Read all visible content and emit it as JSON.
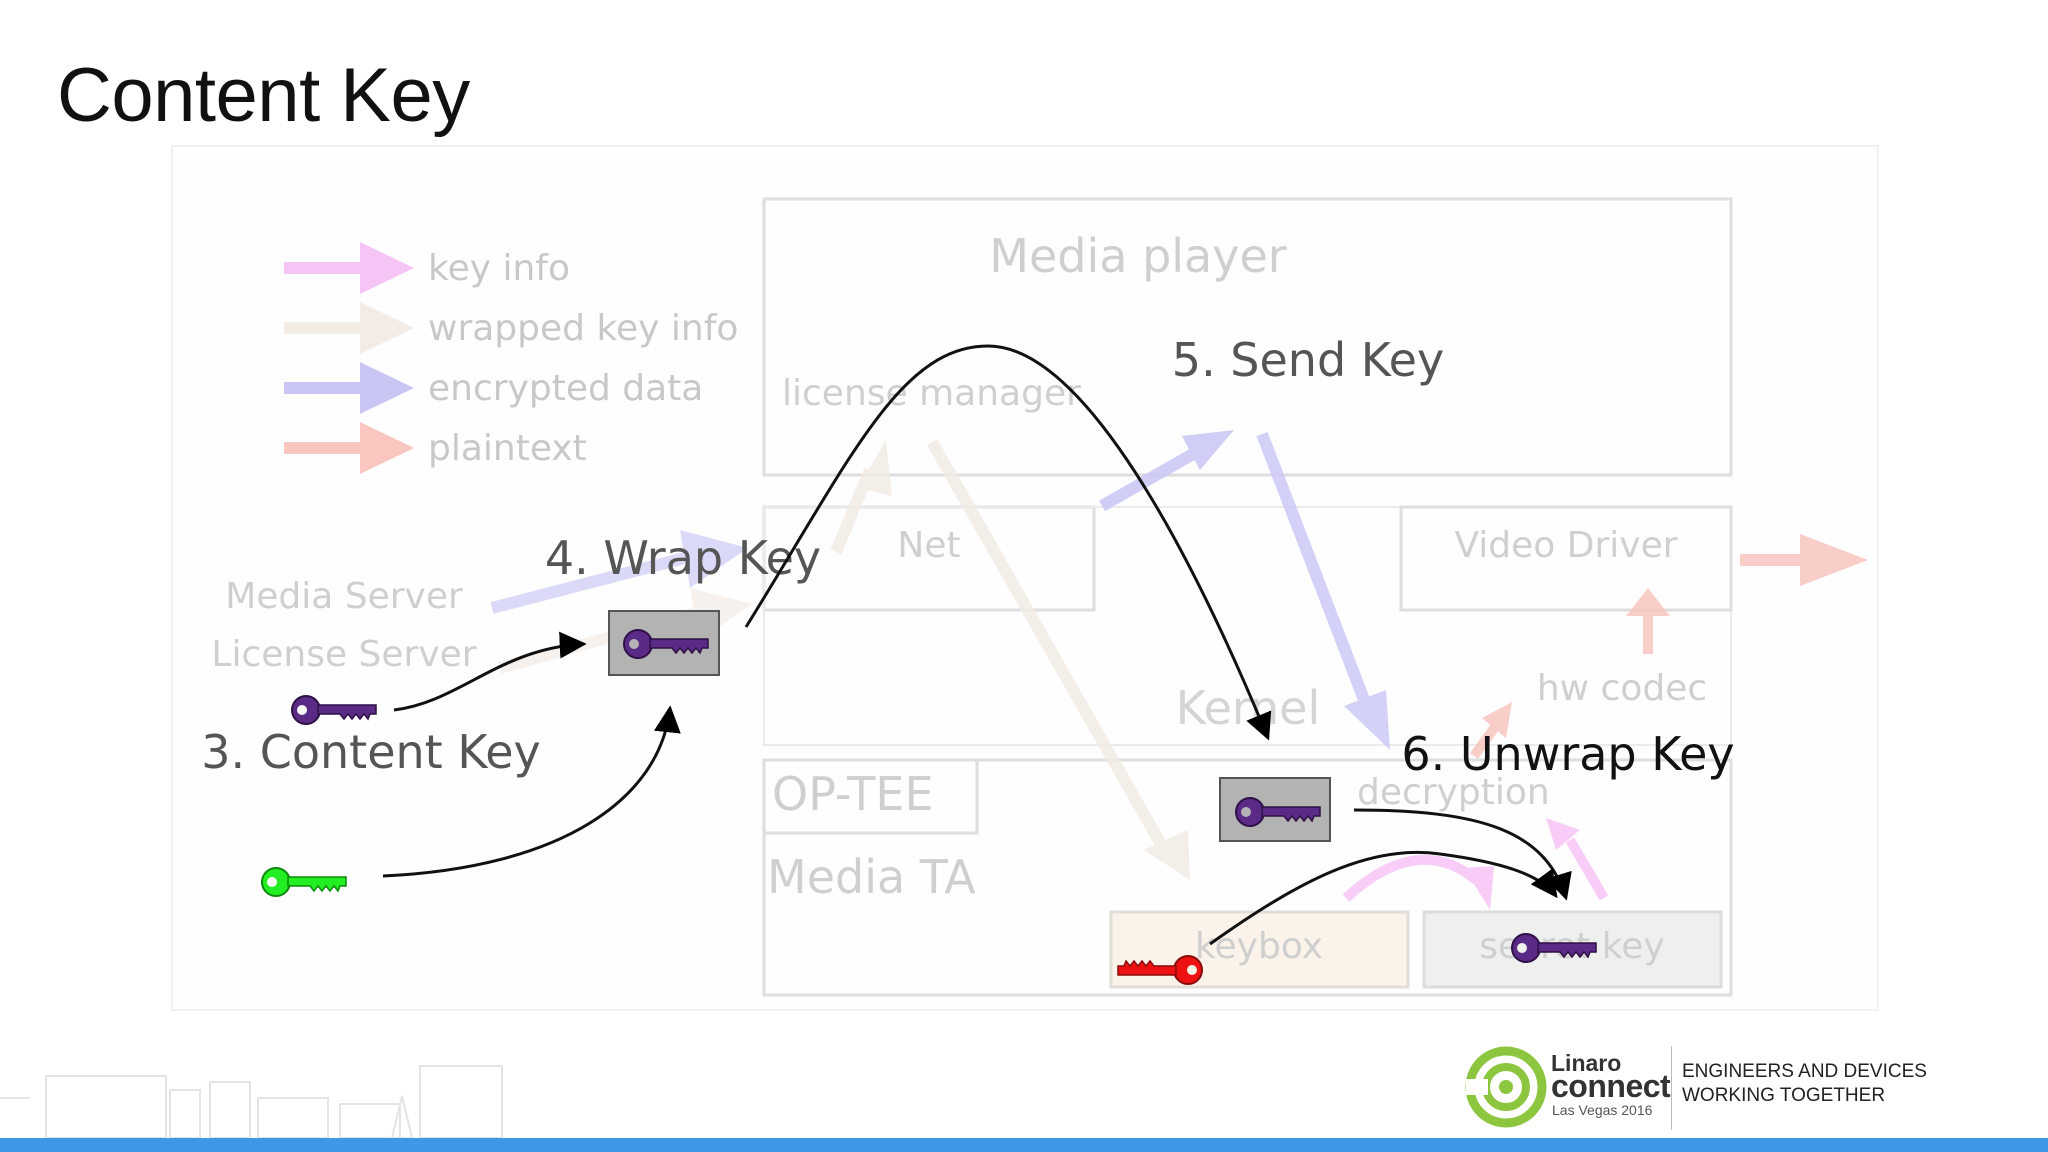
{
  "slide": {
    "title": "Content Key"
  },
  "legend": [
    {
      "label": "key info",
      "color": "#f7c4f6"
    },
    {
      "label": "wrapped key info",
      "color": "#f3ece5"
    },
    {
      "label": "encrypted data",
      "color": "#c9c6f6"
    },
    {
      "label": "plaintext",
      "color": "#f9c6c0"
    }
  ],
  "boxes": {
    "media_player": "Media player",
    "license_manager": "license manager",
    "net": "Net",
    "video_driver": "Video Driver",
    "kernel": "Kernel",
    "hw_codec": "hw codec",
    "optee": "OP-TEE",
    "media_ta": "Media TA",
    "decryption": "decryption",
    "keybox": "keybox",
    "secret_key": "secret key"
  },
  "servers": {
    "media_server": "Media Server",
    "license_server": "License Server"
  },
  "steps": {
    "content_key": "3. Content Key",
    "wrap_key": "4. Wrap Key",
    "send_key": "5. Send Key",
    "unwrap_key": "6. Unwrap Key"
  },
  "keys": {
    "purple": "purple-key-icon",
    "green": "green-key-icon",
    "red": "red-key-icon"
  },
  "footer": {
    "logo_line1": "Linaro",
    "logo_line2": "connect",
    "logo_line3": "Las Vegas 2016",
    "tagline1": "ENGINEERS AND DEVICES",
    "tagline2": "WORKING TOGETHER"
  }
}
